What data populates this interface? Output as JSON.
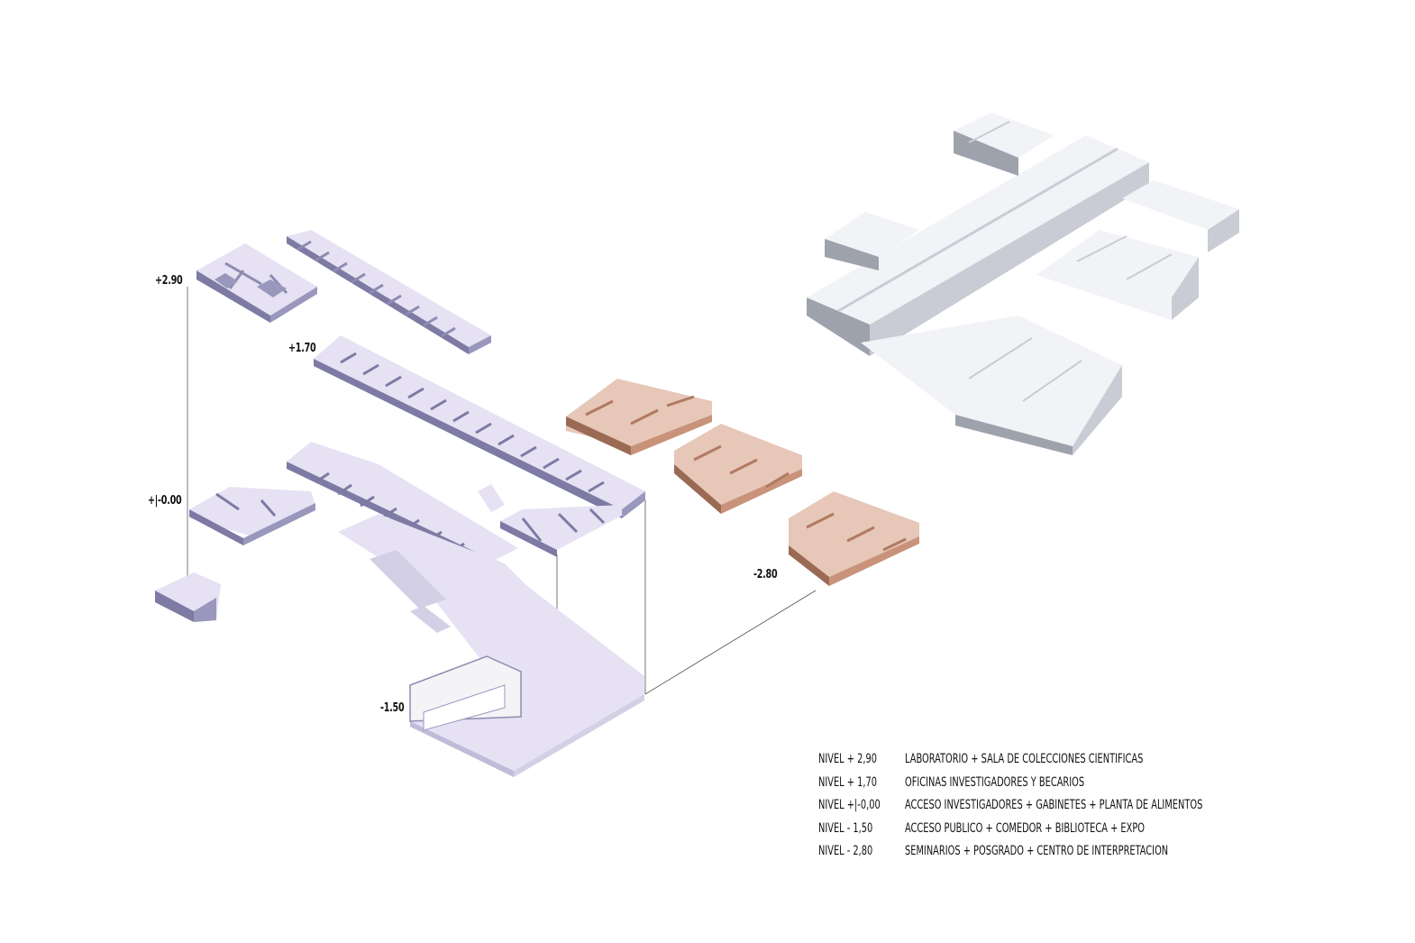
{
  "levels": [
    {
      "label": "+2.90"
    },
    {
      "label": "+1.70"
    },
    {
      "label": "+|-0.00"
    },
    {
      "label": "-1.50"
    },
    {
      "label": "-2.80"
    }
  ],
  "legend": [
    {
      "code": "NIVEL + 2,90",
      "desc": "LABORATORIO + SALA DE COLECCIONES CIENTIFICAS"
    },
    {
      "code": "NIVEL + 1,70",
      "desc": "OFICINAS INVESTIGADORES Y BECARIOS"
    },
    {
      "code": "NIVEL +|-0,00",
      "desc": "ACCESO INVESTIGADORES + GABINETES + PLANTA DE ALIMENTOS"
    },
    {
      "code": "NIVEL - 1,50",
      "desc": "ACCESO PUBLICO + COMEDOR + BIBLIOTECA + EXPO"
    },
    {
      "code": "NIVEL - 2,80",
      "desc": "SEMINARIOS + POSGRADO + CENTRO DE INTERPRETACION"
    }
  ],
  "colors": {
    "floor_lavender": "#e6e1f3",
    "wall_dark": "#7d7aa3",
    "wall_light": "#bfbcd8",
    "terracotta": "#c8937a",
    "terracotta_dark": "#9a6a55",
    "roof_white": "#f2f3f6",
    "roof_grey": "#c9ccd4",
    "roof_dark": "#9ea2ad"
  }
}
